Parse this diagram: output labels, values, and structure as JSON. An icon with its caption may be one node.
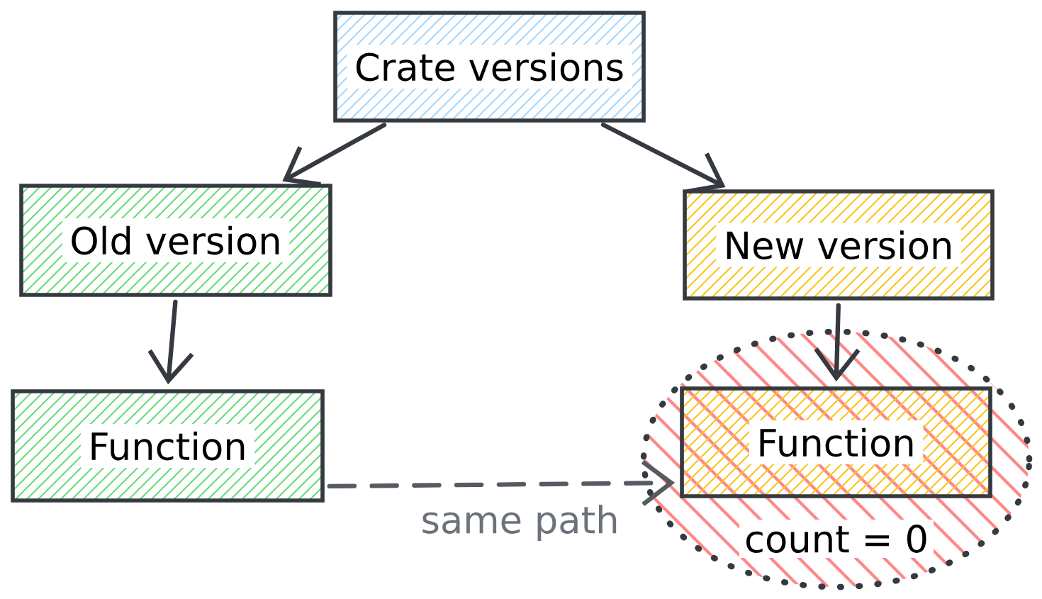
{
  "diagram": {
    "nodes": [
      {
        "text": [
          "Crate versions"
        ]
      },
      {
        "text": [
          "Old version"
        ]
      },
      {
        "text": [
          "New version"
        ]
      },
      {
        "text": [
          "Function"
        ]
      },
      {
        "text": [
          "count = 0"
        ]
      },
      {
        "text": [
          "Function"
        ],
        "in": 4
      }
    ],
    "edges": [
      {
        "from": 0,
        "to": 1,
        "arrow": "to"
      },
      {
        "from": 0,
        "to": 2,
        "arrow": "to"
      },
      {
        "from": 1,
        "to": 3,
        "arrow": "to"
      },
      {
        "from": 2,
        "to": 5,
        "arrow": "to"
      },
      {
        "from": 3,
        "to": 5,
        "arrow": "to",
        "label": "same path",
        "style": "dashed"
      }
    ]
  }
}
